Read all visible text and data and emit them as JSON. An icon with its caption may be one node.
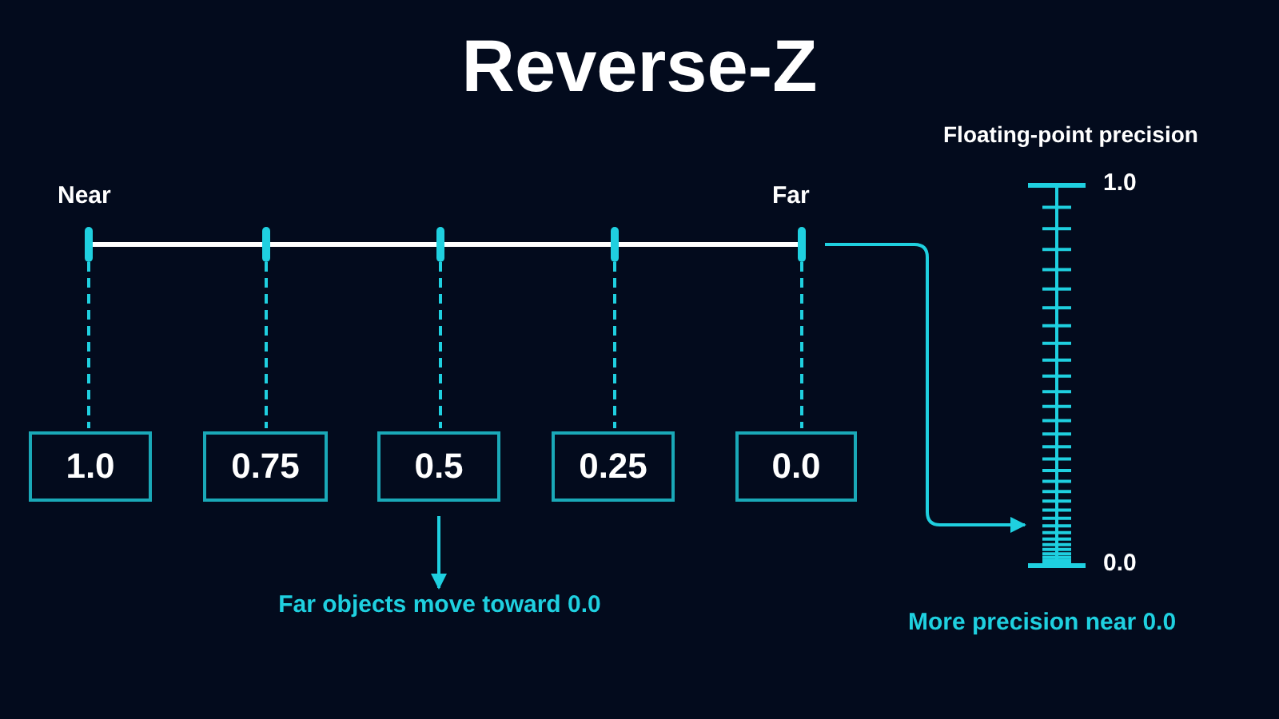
{
  "diagram": {
    "title": "Reverse-Z",
    "nodes": [
      {
        "text": [],
        "shape": "bar"
      },
      {
        "text": [],
        "shape": "bar"
      },
      {
        "text": [],
        "shape": "bar"
      },
      {
        "text": [],
        "shape": "bar"
      },
      {
        "text": [],
        "shape": "bar"
      },
      {
        "text": [
          "1.0"
        ]
      },
      {
        "text": [
          "0.75"
        ]
      },
      {
        "text": [
          "0.5"
        ]
      },
      {
        "text": [
          "0.25"
        ]
      },
      {
        "text": [
          "0.0"
        ]
      },
      {
        "text": [
          "Far objects move toward 0.0"
        ]
      },
      {
        "text": [
          "Floating-point precision",
          "1.0",
          "0.0"
        ]
      }
    ],
    "edges": [
      {
        "from": 0,
        "to": 5,
        "arrow": "none",
        "style": "dashed"
      },
      {
        "from": 1,
        "to": 6,
        "arrow": "none",
        "style": "dashed"
      },
      {
        "from": 2,
        "to": 7,
        "arrow": "none",
        "style": "dashed"
      },
      {
        "from": 3,
        "to": 8,
        "arrow": "none",
        "style": "dashed"
      },
      {
        "from": 4,
        "to": 9,
        "arrow": "none",
        "style": "dashed"
      },
      {
        "from": 7,
        "to": 10,
        "arrow": "to"
      },
      {
        "from": 4,
        "to": 11,
        "arrow": "to"
      }
    ],
    "labels": [
      "Near",
      "Far",
      "More precision near 0.0"
    ]
  }
}
